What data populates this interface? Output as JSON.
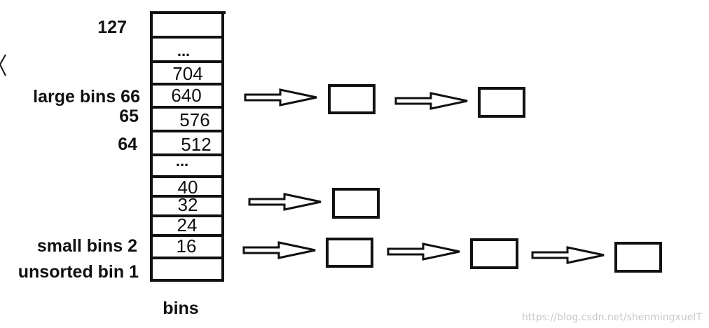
{
  "diagram": {
    "bin_column_caption": "bins",
    "left_labels": {
      "bin_127": "127",
      "large_bins": "large bins 66",
      "bin_65": "65",
      "bin_64": "64",
      "small_bins": "small bins 2",
      "unsorted_bin": "unsorted bin 1"
    },
    "cells": {
      "top_ellipsis": "...",
      "size_704": "704",
      "size_640": "640",
      "size_576": "576",
      "size_512": "512",
      "mid_ellipsis": "...",
      "size_40": "40",
      "size_32": "32",
      "size_24": "24",
      "size_16": "16"
    },
    "chains": {
      "row_640_nodes": 2,
      "row_32_nodes": 1,
      "row_16_nodes": 3
    }
  },
  "watermark": "https://blog.csdn.net/shenmingxueIT"
}
